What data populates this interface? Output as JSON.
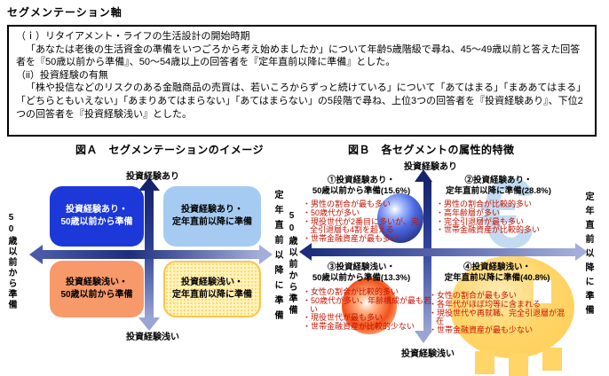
{
  "page_title": "セグメンテーション軸",
  "definition_box": {
    "item1_heading": "（ｉ）リタイアメント・ライフの生活設計の開始時期",
    "item1_body": "「あなたは老後の生活資金の準備をいつごろから考え始めましたか」について年齢5歳階級で尋ね、45～49歳以前と答えた回答者を『50歳以前から準備』、50～54歳以上の回答者を『定年直前以降に準備』とした。",
    "item2_heading": "（ii）投資経験の有無",
    "item2_body": "「株や投信などのリスクのある金融商品の売買は、若いころからずっと続けている」について「あてはまる」「まああてはまる」「どちらともいえない」「あまりあてはまらない」「あてはまらない」の5段階で尋ね、上位3つの回答者を『投資経験あり』、下位2つの回答者を『投資経験浅い』とした。"
  },
  "figure_a": {
    "title": "図Ａ　セグメンテーションのイメージ",
    "axis_top": "投資経験あり",
    "axis_bottom": "投資経験浅い",
    "axis_left": "50歳以前から準備",
    "axis_right": "定年直前以降に準備",
    "quadrant_tl_line1": "投資経験あり・",
    "quadrant_tl_line2": "50歳以前から準備",
    "quadrant_tr_line1": "投資経験あり・",
    "quadrant_tr_line2": "定年直前以降に準備",
    "quadrant_bl_line1": "投資経験浅い・",
    "quadrant_bl_line2": "50歳以前から準備",
    "quadrant_br_line1": "投資経験浅い・",
    "quadrant_br_line2": "定年直前以降に準備"
  },
  "figure_b": {
    "title": "図Ｂ　各セグメントの属性的特徴",
    "axis_top": "投資経験あり",
    "axis_bottom": "投資経験浅い",
    "axis_left": "50歳以前から準備",
    "axis_right": "定年直前以降に準備",
    "segment1": {
      "title_line1": "①投資経験あり・",
      "title_line2": "50歳以前から準備(15.6%)",
      "percent": "15.6%",
      "bullet1": "・男性の割合が最も多い",
      "bullet2": "・50歳代が多い",
      "bullet3": "・現役世代が2番目に多いが、完全引退層も4割を超える",
      "bullet4": "・世帯金融資産が最も多い"
    },
    "segment2": {
      "title_line1": "②投資経験あり・",
      "title_line2": "定年直前以降に準備(28.8%)",
      "percent": "28.8%",
      "bullet1": "・男性の割合が比較的多い",
      "bullet2": "・高年齢層が多い",
      "bullet3": "・完全引退層が最も多い",
      "bullet4": "・世帯金融資産が比較的多い"
    },
    "segment3": {
      "title_line1": "③投資経験浅い・",
      "title_line2": "50歳以前から準備(13.3%)",
      "percent": "13.3%",
      "bullet1": "・女性の割合が比較的多い",
      "bullet2": "・50歳代が多い、年齢構成が最も若い",
      "bullet3": "・現役世代が最も多い",
      "bullet4": "・世帯金融資産が比較的少ない"
    },
    "segment4": {
      "title_line1": "④投資経験浅い・",
      "title_line2": "定年直前以降に準備(40.8%)",
      "percent": "40.8%",
      "bullet1": "・女性の割合が最も多い",
      "bullet2": "・各年代がほぼ均等に含まれる",
      "bullet3": "・現役世代や再就職、完全引退層が混在",
      "bullet4": "・世帯金融資産が最も少ない"
    }
  },
  "colors": {
    "quadrant_dark_blue": "#1c38d8",
    "quadrant_light_blue": "#a5cbf2",
    "quadrant_salmon": "#f8996a",
    "quadrant_yellow": "#fff3c0",
    "bullet_text_red": "#c41200",
    "arrow_dark_navy": "#16246e",
    "arrow_light_purple": "#a3aeda",
    "euro_symbol_blue": "#aed0ee",
    "pot_gold": "#ffd054"
  }
}
